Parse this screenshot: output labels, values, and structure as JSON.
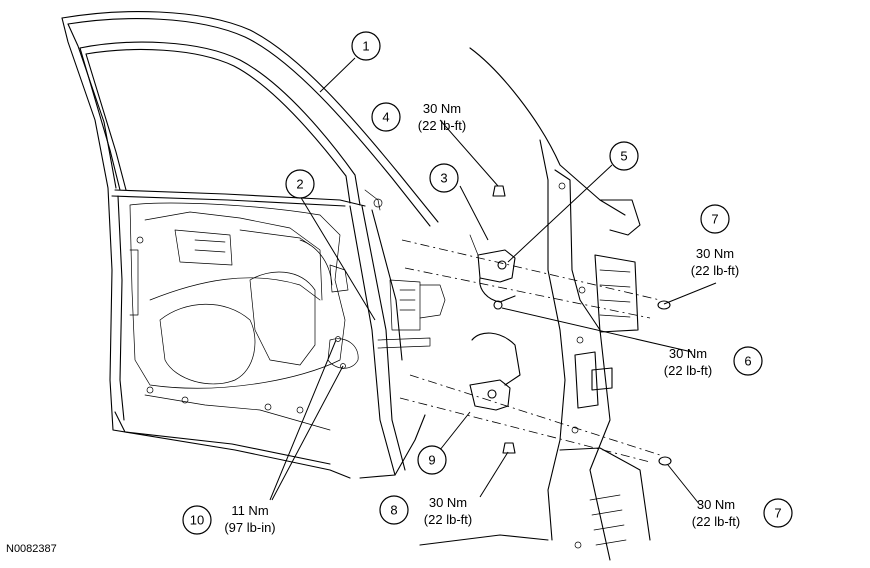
{
  "figure_id": "N0082387",
  "callouts": {
    "c1": "1",
    "c2": "2",
    "c3": "3",
    "c4": "4",
    "c5": "5",
    "c6": "6",
    "c7a": "7",
    "c7b": "7",
    "c8": "8",
    "c9": "9",
    "c10": "10"
  },
  "torques": {
    "t4": {
      "nm": "30 Nm",
      "imp": "(22 lb-ft)"
    },
    "t6": {
      "nm": "30 Nm",
      "imp": "(22 lb-ft)"
    },
    "t7a": {
      "nm": "30 Nm",
      "imp": "(22 lb-ft)"
    },
    "t7b": {
      "nm": "30 Nm",
      "imp": "(22 lb-ft)"
    },
    "t8": {
      "nm": "30 Nm",
      "imp": "(22 lb-ft)"
    },
    "t10": {
      "nm": "11 Nm",
      "imp": "(97 lb-in)"
    }
  }
}
